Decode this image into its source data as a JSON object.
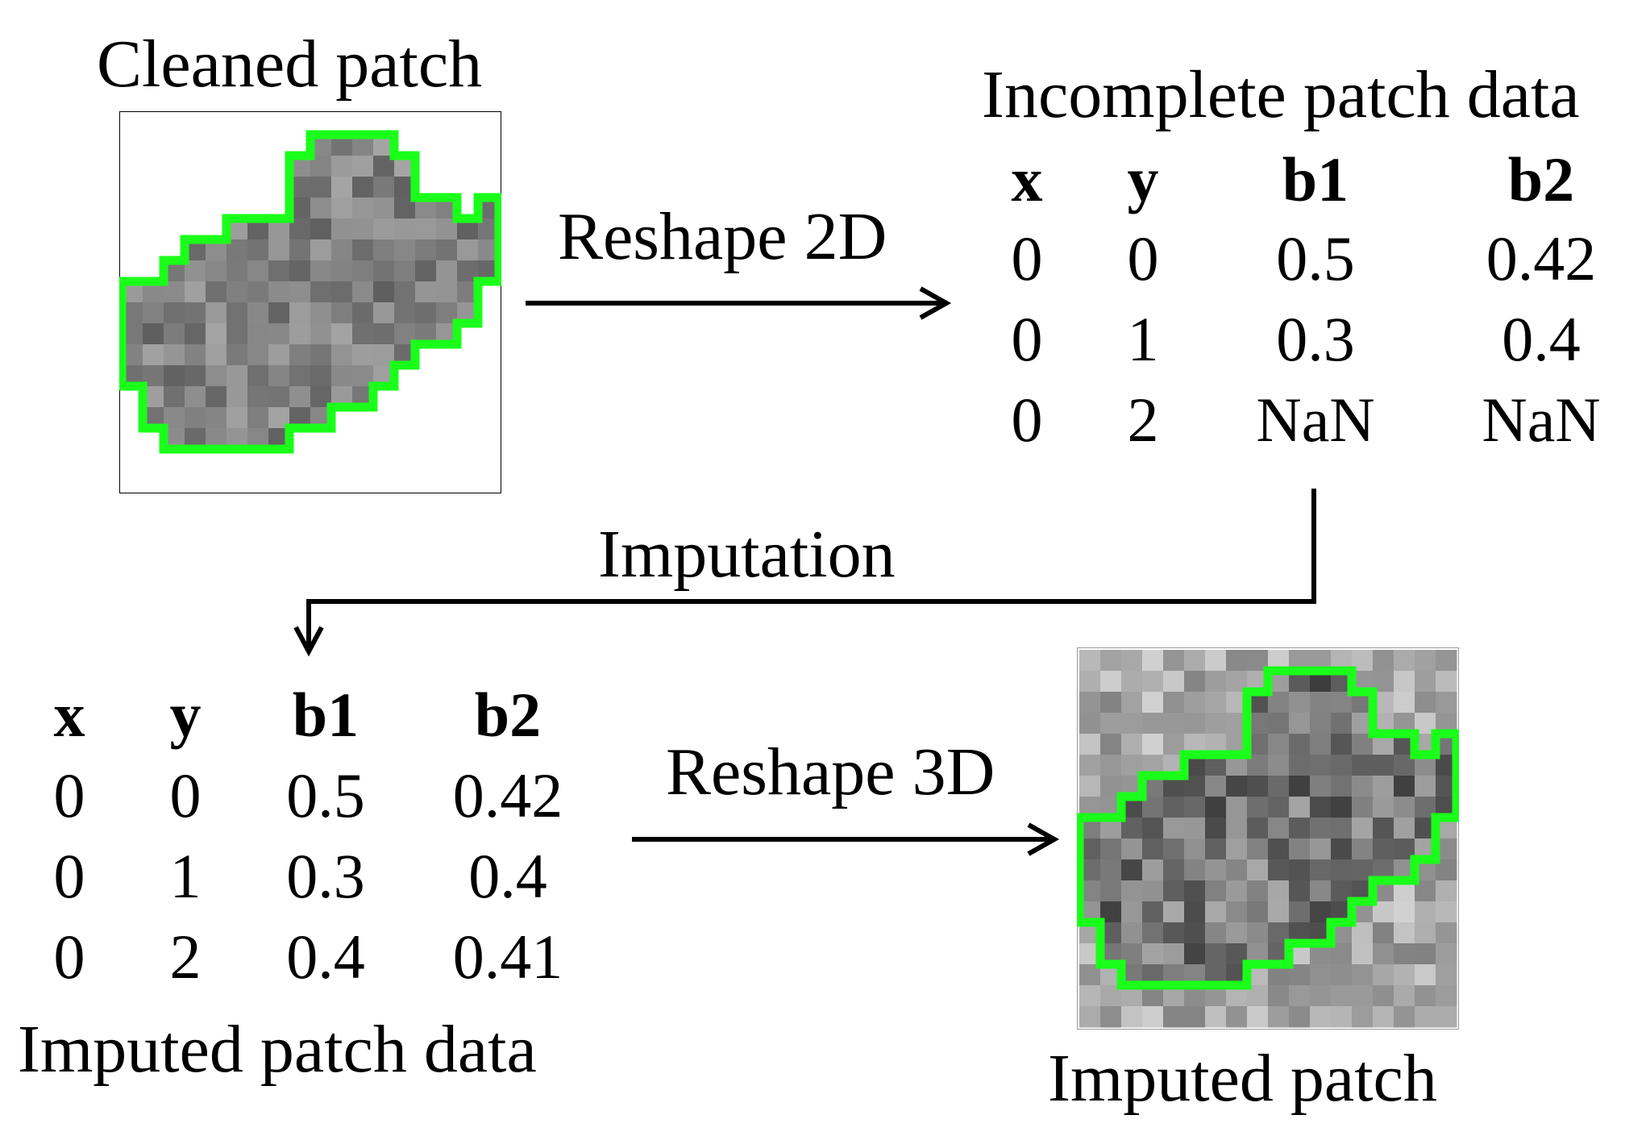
{
  "cleaned_patch": {
    "title": "Cleaned patch"
  },
  "step_reshape_2d": "Reshape 2D",
  "step_imputation": "Imputation",
  "step_reshape_3d": "Reshape 3D",
  "incomplete_table": {
    "title": "Incomplete patch data",
    "columns": [
      "x",
      "y",
      "b1",
      "b2"
    ],
    "rows": [
      [
        "0",
        "0",
        "0.5",
        "0.42"
      ],
      [
        "0",
        "1",
        "0.3",
        "0.4"
      ],
      [
        "0",
        "2",
        "NaN",
        "NaN"
      ]
    ]
  },
  "imputed_table": {
    "title": "Imputed patch data",
    "columns": [
      "x",
      "y",
      "b1",
      "b2"
    ],
    "rows": [
      [
        "0",
        "0",
        "0.5",
        "0.42"
      ],
      [
        "0",
        "1",
        "0.3",
        "0.4"
      ],
      [
        "0",
        "2",
        "0.4",
        "0.41"
      ]
    ]
  },
  "imputed_patch": {
    "title": "Imputed patch"
  },
  "colors": {
    "boundary": "#1aff1a",
    "arrow": "#000000"
  }
}
